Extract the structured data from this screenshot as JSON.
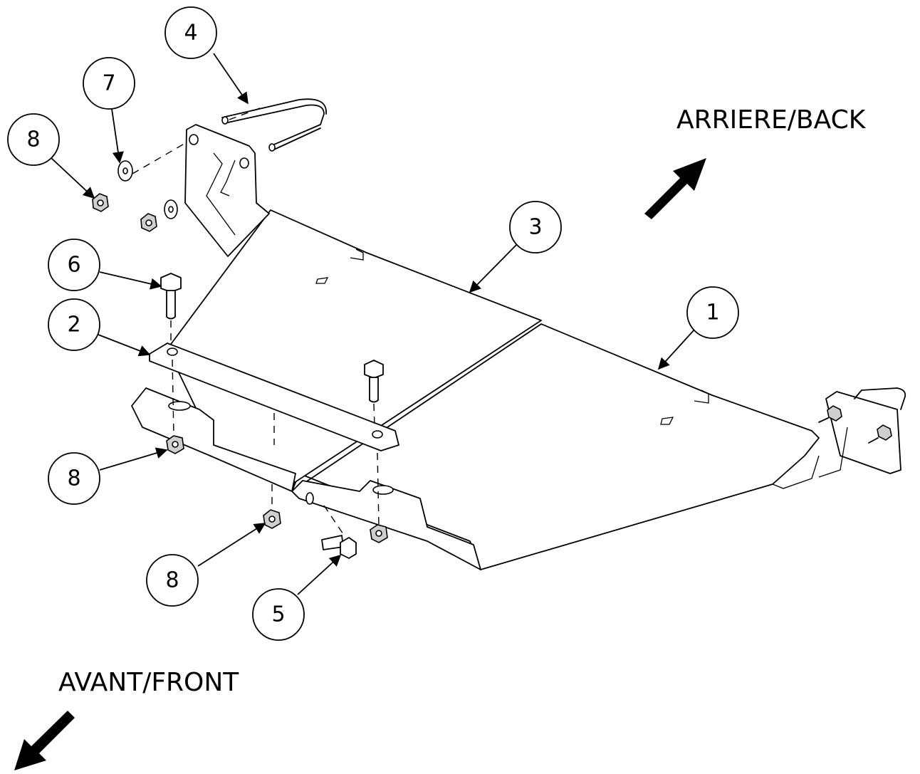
{
  "labels": {
    "back": "ARRIERE/BACK",
    "front": "AVANT/FRONT"
  },
  "callouts": {
    "c1": "1",
    "c2": "2",
    "c3": "3",
    "c4": "4",
    "c5": "5",
    "c6": "6",
    "c7": "7",
    "c8a": "8",
    "c8b": "8",
    "c8c": "8"
  }
}
